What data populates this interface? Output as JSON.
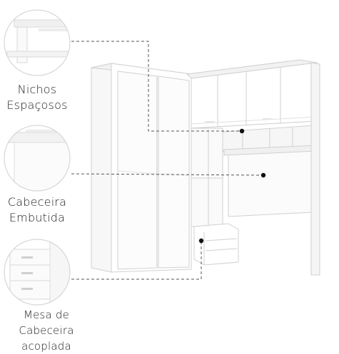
{
  "features": [
    {
      "id": "nichos",
      "line1": "Nichos",
      "line2": "Espaçosos"
    },
    {
      "id": "cabeceira",
      "line1": "Cabeceira",
      "line2": "Embutida"
    },
    {
      "id": "mesa",
      "line1": "Mesa de Cabeceira",
      "line2": "acoplada"
    }
  ],
  "colors": {
    "furniture": "#ffffff",
    "outline": "#d6d6d6",
    "shadow": "#ececec",
    "text": "#222222",
    "dot": "#111111"
  }
}
